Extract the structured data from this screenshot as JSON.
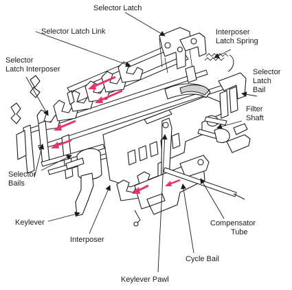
{
  "labels": {
    "selector_latch": "Selector Latch",
    "selector_latch_link": "Selector Latch Link",
    "interposer_latch_spring_1": "Interposer",
    "interposer_latch_spring_2": "Latch Spring",
    "selector_latch_interposer_1": "Selector",
    "selector_latch_interposer_2": "Latch Interposer",
    "selector_latch_bail_1": "Selector",
    "selector_latch_bail_2": "Latch",
    "selector_latch_bail_3": "Bail",
    "filter_shaft_1": "Filter",
    "filter_shaft_2": "Shaft",
    "selector_bails_1": "Selector",
    "selector_bails_2": "Bails",
    "keylever": "Keylever",
    "interposer": "Interposer",
    "compensator_tube_1": "Compensator",
    "compensator_tube_2": "Tube",
    "cycle_bail": "Cycle Bail",
    "keylever_pawl": "Keylever Pawl"
  },
  "colors": {
    "motion_arrow": "#e8336b",
    "ink": "#1a1a1a"
  }
}
